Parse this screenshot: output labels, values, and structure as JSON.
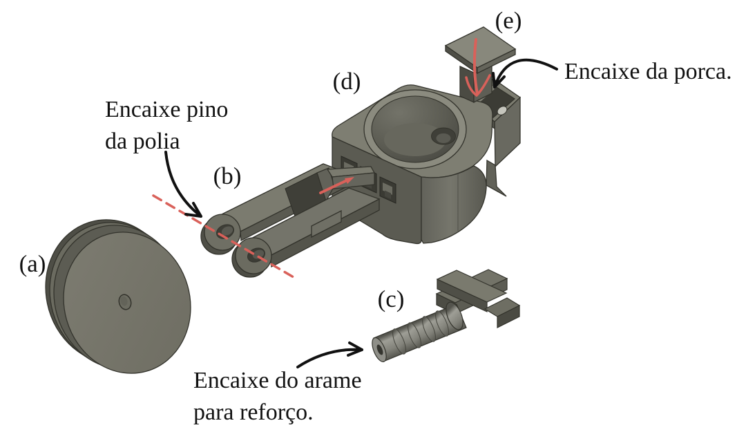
{
  "figure": {
    "background": "#ffffff",
    "labels": {
      "a": "(a)",
      "b": "(b)",
      "c": "(c)",
      "d": "(d)",
      "e": "(e)"
    },
    "annotations": {
      "pulley_pin": {
        "line1": "Encaixe pino",
        "line2": "da polia"
      },
      "nut": {
        "text": "Encaixe da porca."
      },
      "wire": {
        "line1": "Encaixe do arame",
        "line2": "para reforço."
      }
    },
    "colors": {
      "part_top": "#7e7e72",
      "part_left": "#5b5b52",
      "part_right": "#6b6b61",
      "cavity_dark": "#3c3c35",
      "outline": "#33332c",
      "accent_red": "#d9615a",
      "annotation_ink": "#111111"
    }
  }
}
